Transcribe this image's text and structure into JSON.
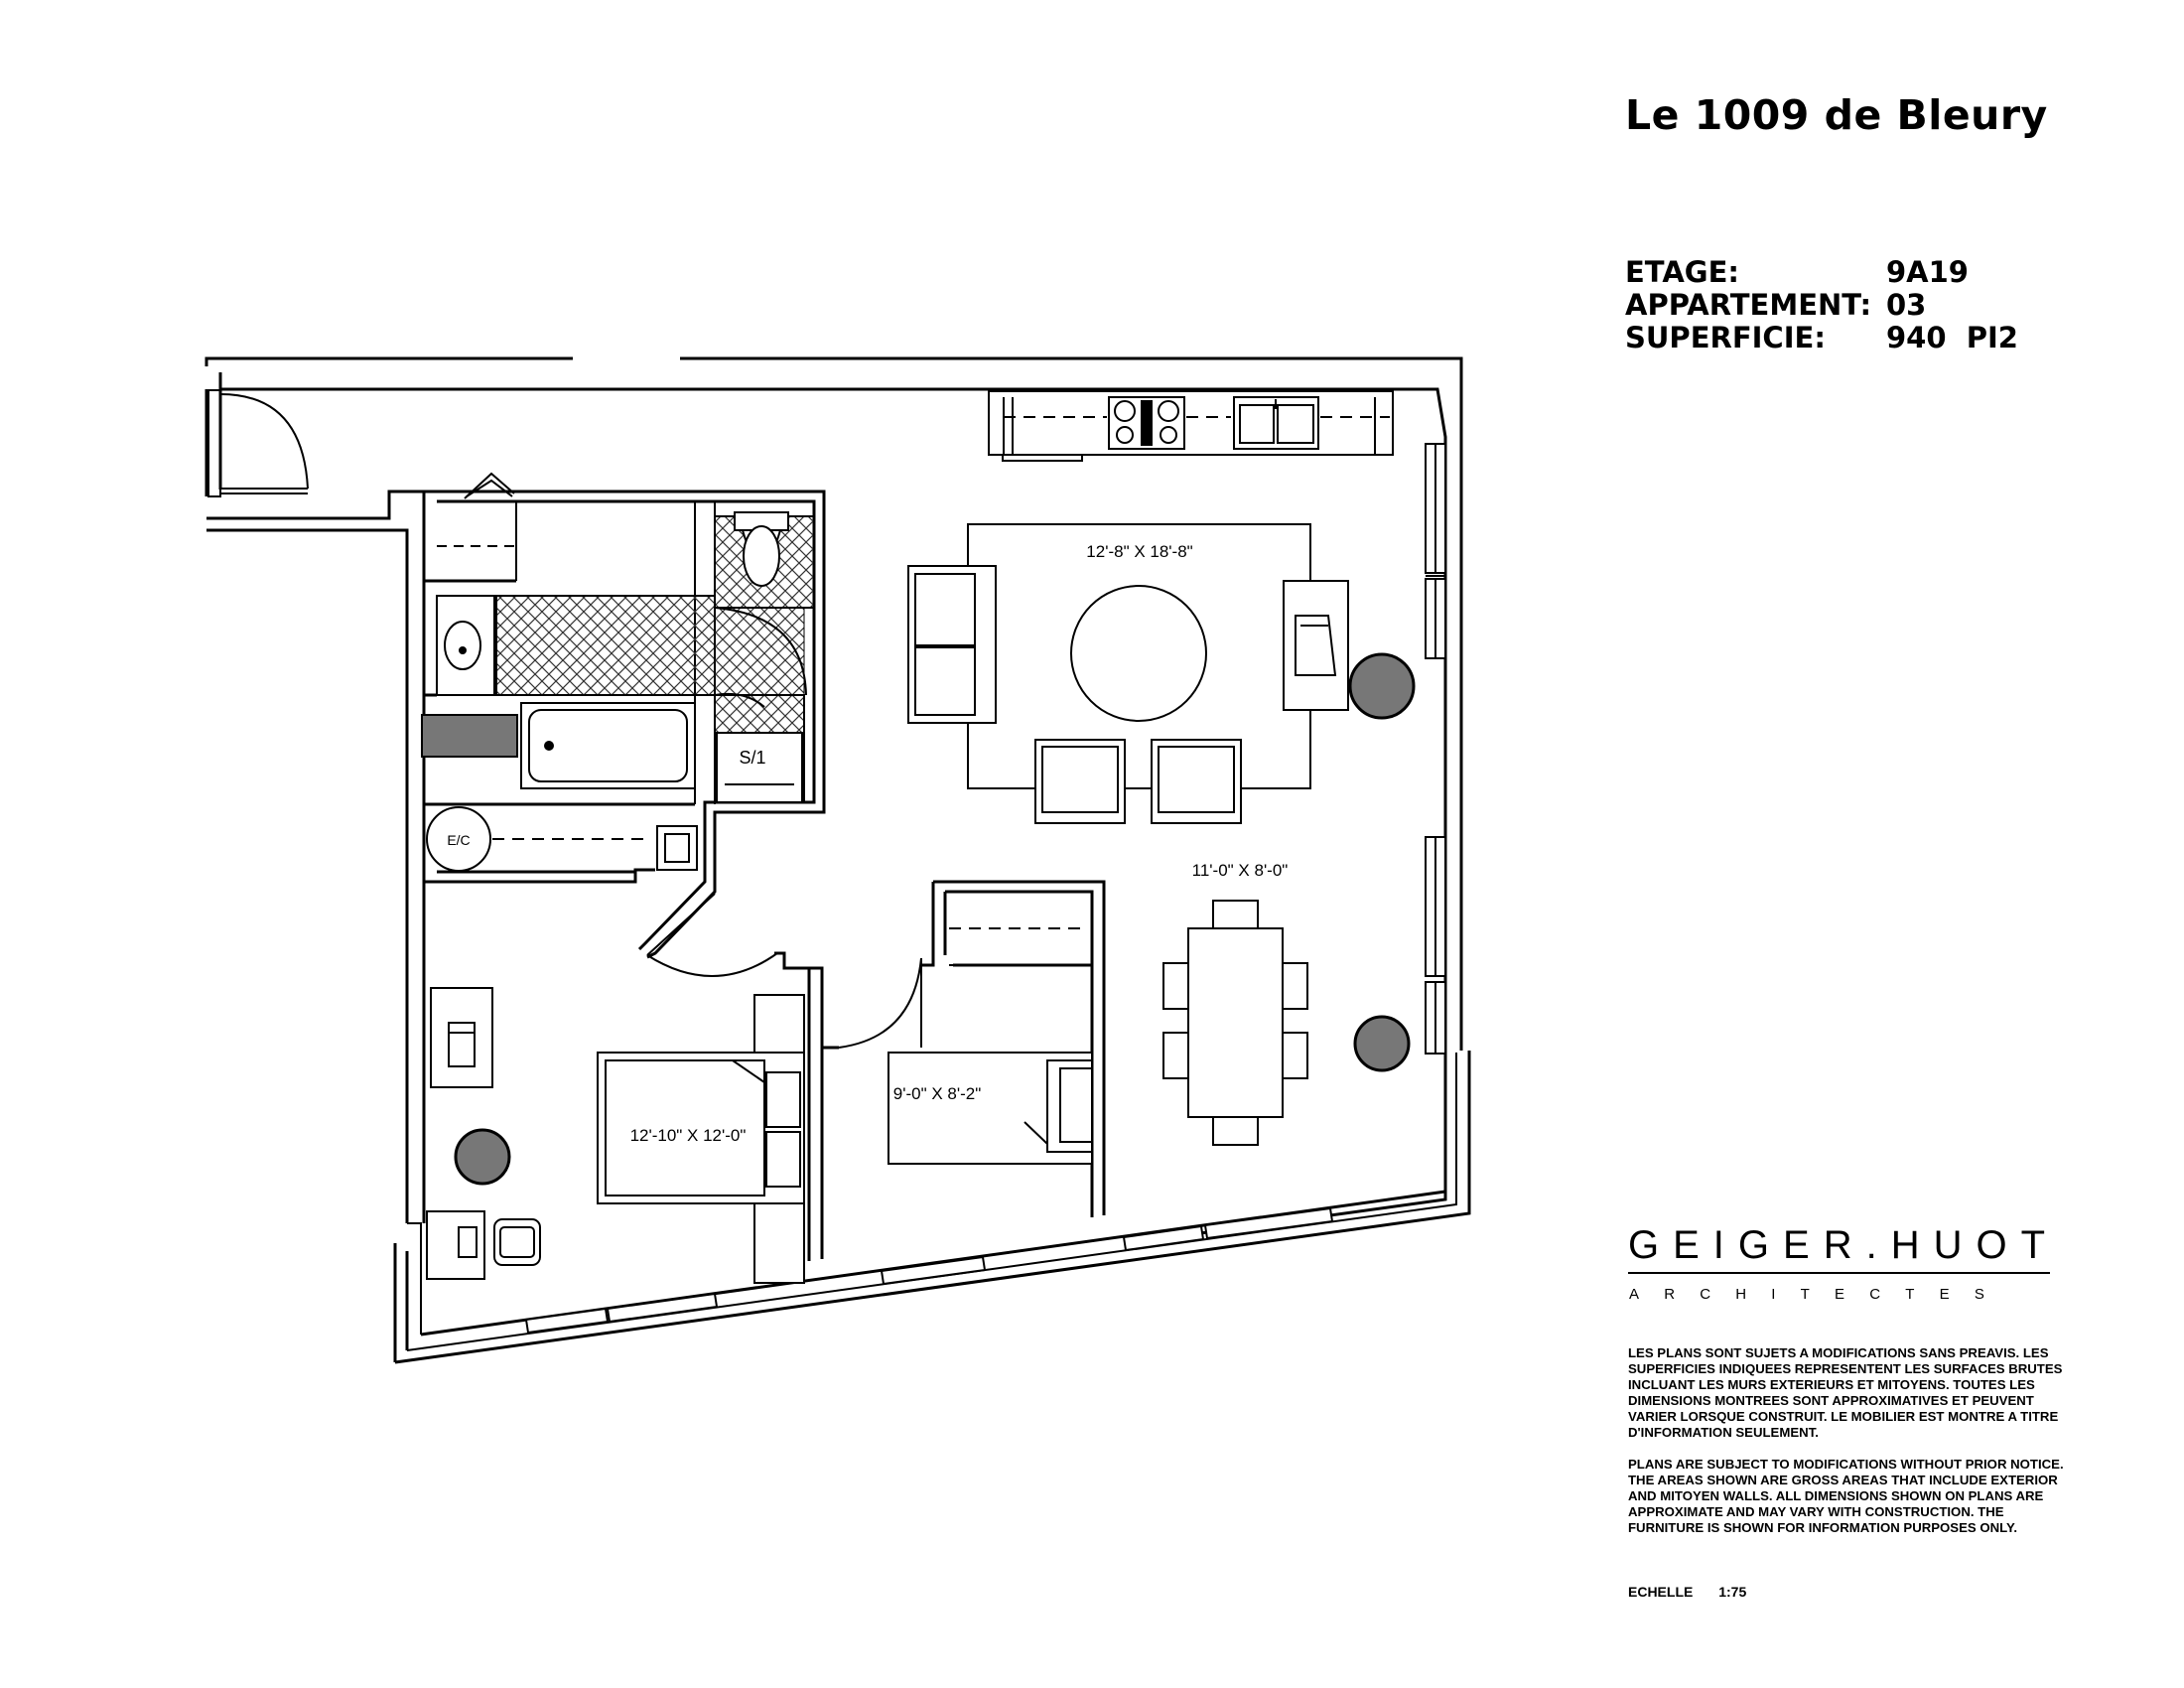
{
  "project": {
    "name": "Le 1009 de Bleury"
  },
  "unit_info": {
    "floor_label": "ETAGE:",
    "floor_value": "9A19",
    "apartment_label": "APPARTEMENT:",
    "apartment_value": "03",
    "area_label": "SUPERFICIE:",
    "area_value": "940  PI2"
  },
  "rooms": {
    "living_dining": "12'-8\" X 18'-8\"",
    "dining": "11'-0\" X 8'-0\"",
    "master_bedroom": "12'-10\" X 12'-0\"",
    "second_bedroom": "9'-0\" X 8'-2\""
  },
  "fixtures": {
    "storage_label": "S/1",
    "water_heater_label": "E/C"
  },
  "firm": {
    "name": "GEIGER.HUOT",
    "subtitle": "ARCHITECTES"
  },
  "notes": {
    "french": "LES PLANS SONT SUJETS A MODIFICATIONS SANS PREAVIS. LES SUPERFICIES INDIQUEES REPRESENTENT LES SURFACES BRUTES INCLUANT LES MURS EXTERIEURS ET MITOYENS. TOUTES LES DIMENSIONS MONTREES SONT APPROXIMATIVES ET PEUVENT VARIER LORSQUE CONSTRUIT.  LE MOBILIER EST MONTRE A TITRE D'INFORMATION SEULEMENT.",
    "english": "PLANS ARE SUBJECT TO MODIFICATIONS WITHOUT PRIOR NOTICE.  THE AREAS SHOWN ARE GROSS AREAS THAT INCLUDE EXTERIOR AND MITOYEN WALLS.  ALL DIMENSIONS SHOWN ON PLANS ARE APPROXIMATE AND MAY VARY WITH CONSTRUCTION.  THE FURNITURE IS SHOWN FOR INFORMATION PURPOSES ONLY.",
    "scale_label": "ECHELLE",
    "scale_value": "1:75"
  },
  "colors": {
    "line": "#000000",
    "column_fill": "#777777",
    "column_dark": "#555555",
    "hatch": "#333333"
  }
}
